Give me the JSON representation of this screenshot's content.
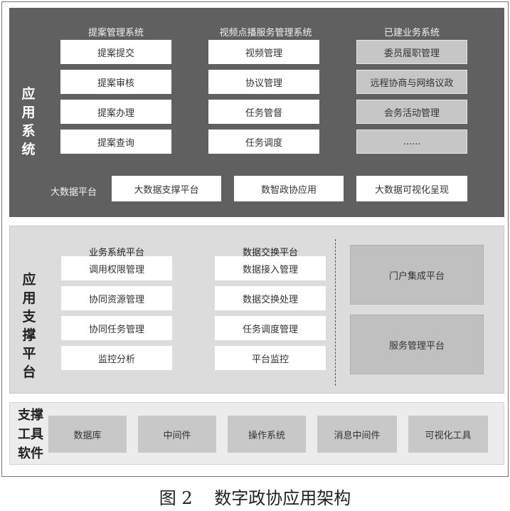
{
  "app_layer": {
    "title": "应用\n系统",
    "groups": [
      {
        "title": "提案管理系统",
        "items": [
          "提案提交",
          "提案审核",
          "提案办理",
          "提案查询"
        ]
      },
      {
        "title": "视频点播服务管理系统",
        "items": [
          "视频管理",
          "协议管理",
          "任务管督",
          "任务调度"
        ]
      },
      {
        "title": "已建业务系统",
        "items": [
          "委员履职管理",
          "远程协商与网络议政",
          "会务活动管理",
          "......"
        ]
      }
    ],
    "bigdata": {
      "label": "大数据平台",
      "items": [
        "大数据支撑平台",
        "数智政协应用",
        "大数据可视化呈现"
      ]
    }
  },
  "support_layer": {
    "title": "应用\n支撑\n平台",
    "groups": [
      {
        "title": "业务系统平台",
        "items": [
          "调用权限管理",
          "协同资源管理",
          "协同任务管理",
          "监控分析"
        ]
      },
      {
        "title": "数据交换平台",
        "items": [
          "数据接入管理",
          "数据交换处理",
          "任务调度管理",
          "平台监控"
        ]
      }
    ],
    "platforms": [
      "门户集成平台",
      "服务管理平台"
    ]
  },
  "tools_layer": {
    "title": "支撑\n工具\n软件",
    "items": [
      "数据库",
      "中间件",
      "操作系统",
      "消息中间件",
      "可视化工具"
    ]
  },
  "caption": "图 2    数字政协应用架构"
}
